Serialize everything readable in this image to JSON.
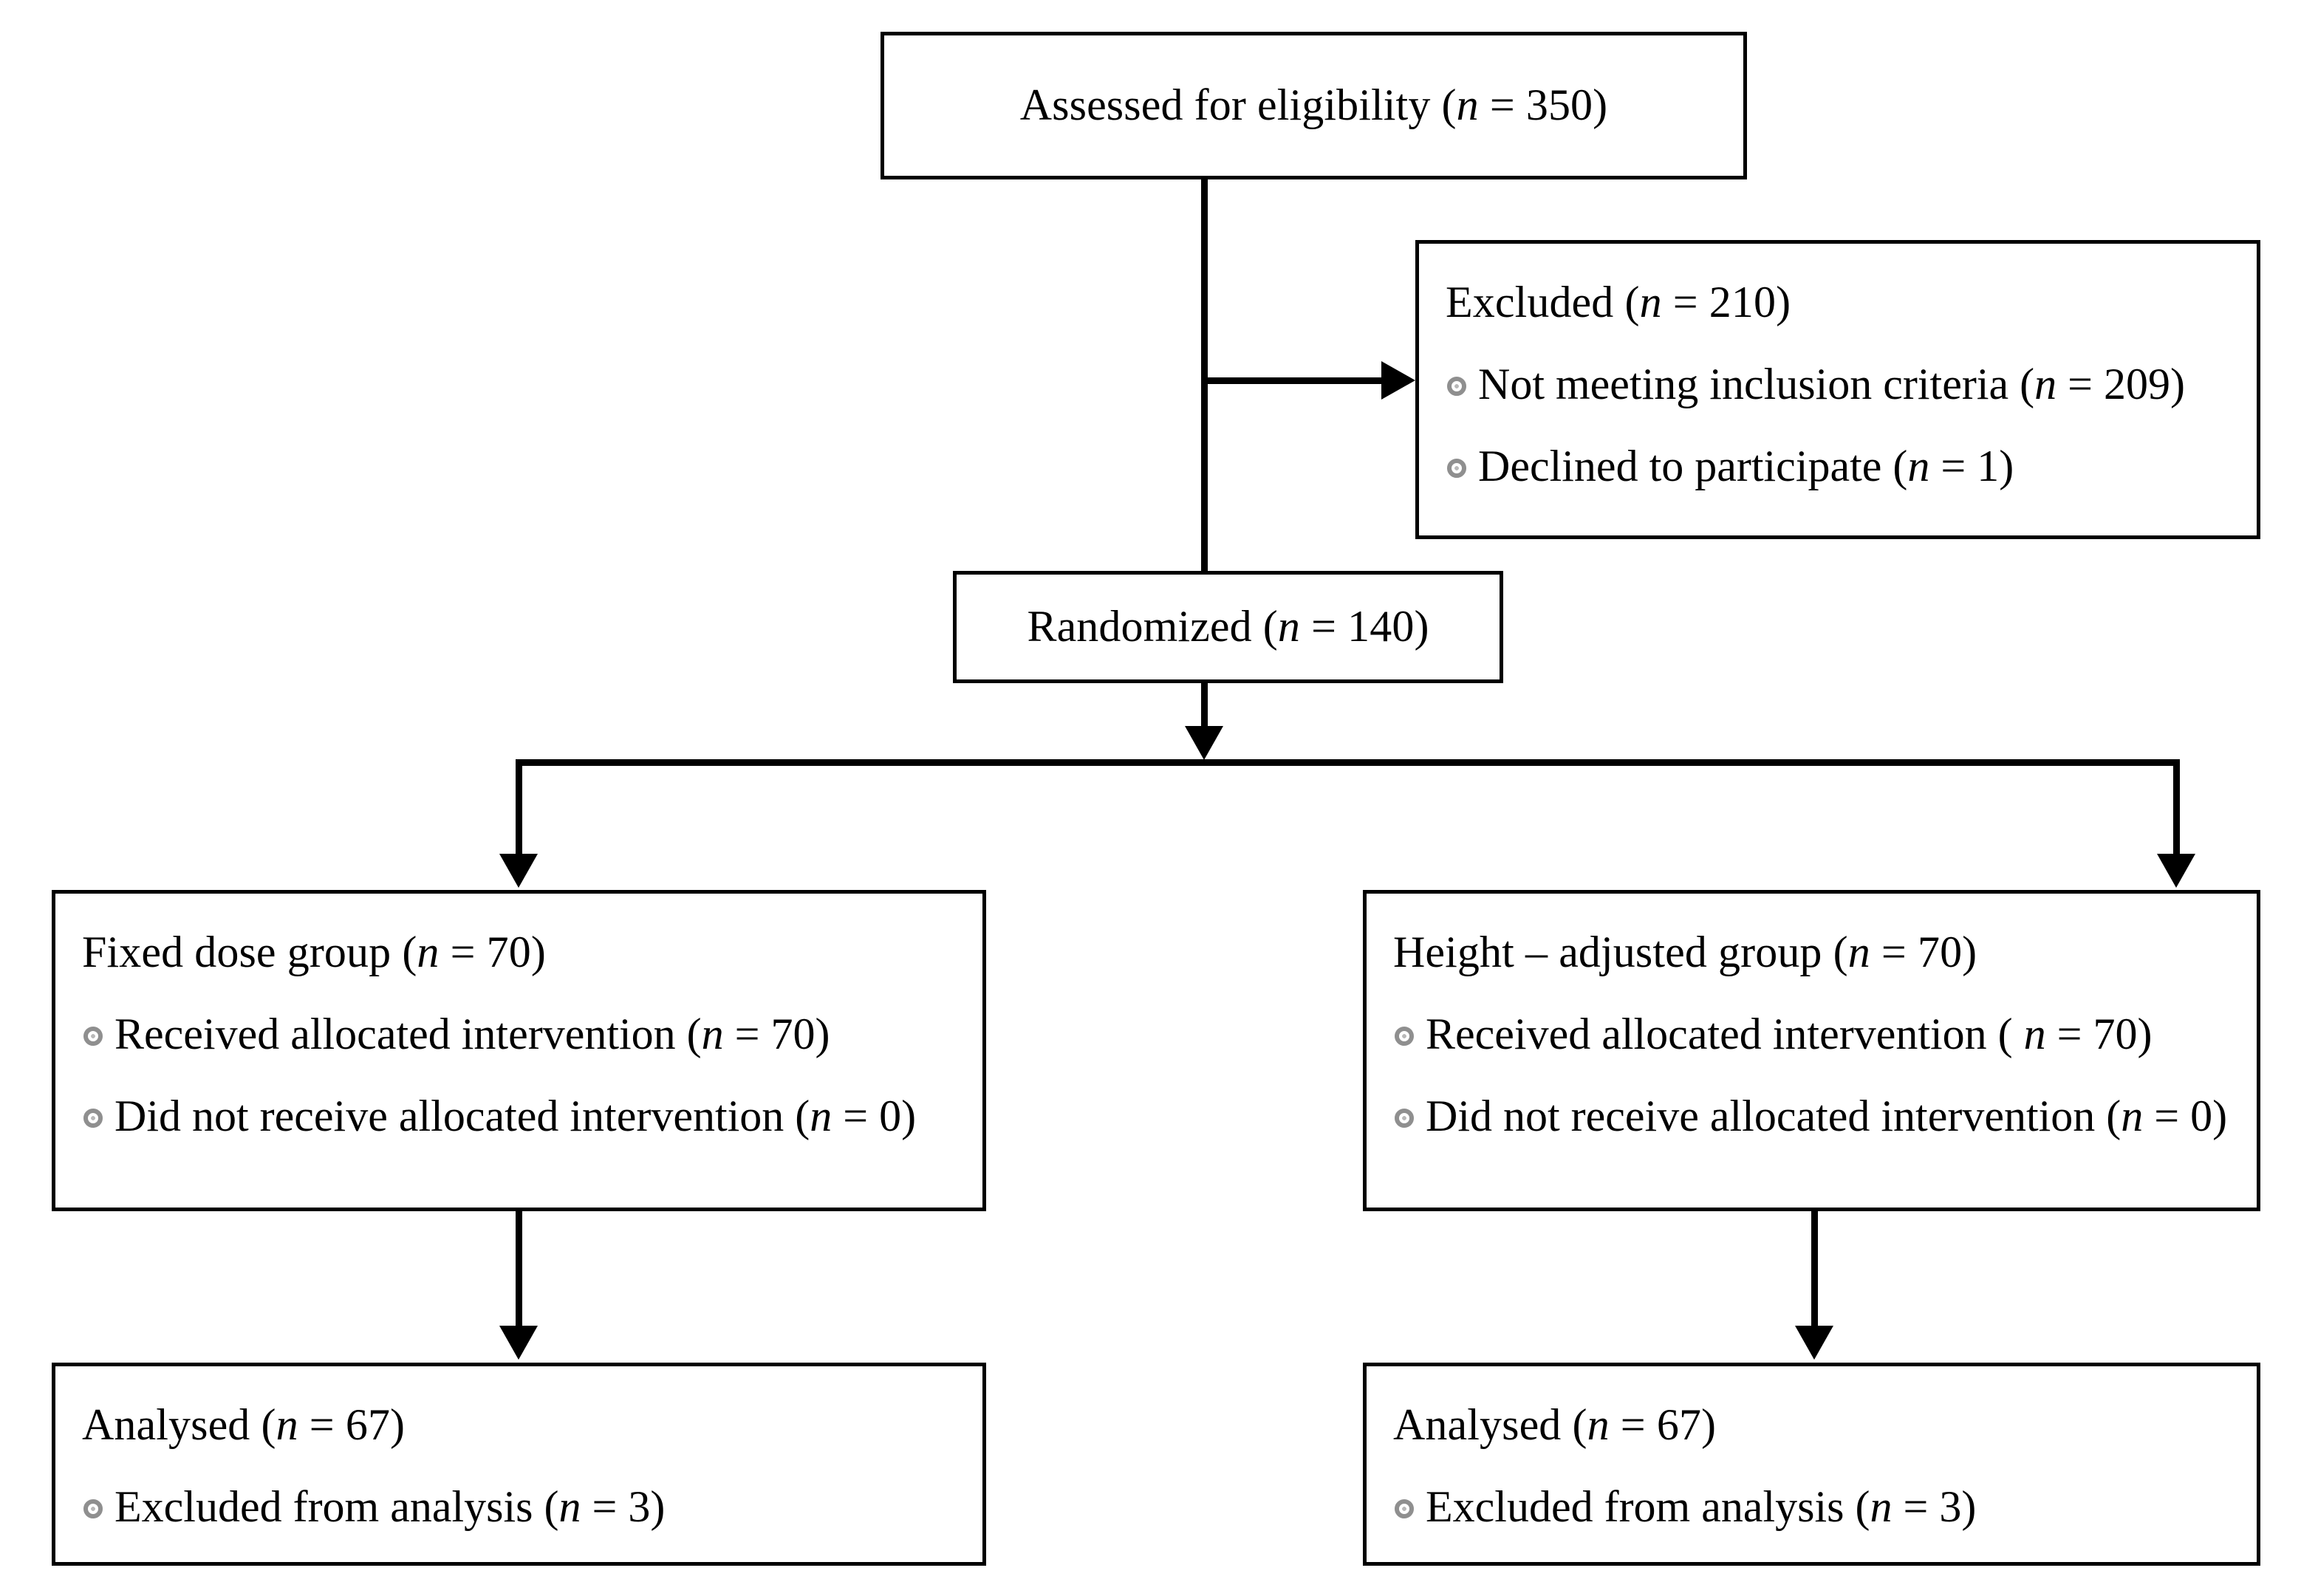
{
  "diagram": {
    "title": "CONSORT participant flow diagram",
    "line_color": "#000000",
    "box_border_color": "#000000",
    "background_color": "#ffffff",
    "bullet_color": "#8f8f8f",
    "bullet_glyph": "wingdings-ring-bullet"
  },
  "nodes": {
    "enrollment": {
      "label_prefix": "Assessed for eligibility (",
      "variable": "n",
      "label_suffix": " = 350)",
      "full_text": "Assessed for eligibility (n = 350)",
      "count": 350
    },
    "excluded": {
      "heading_prefix": "Excluded  (",
      "heading_variable": "n",
      "heading_suffix": " = 210)",
      "heading_full": "Excluded  (n = 210)",
      "count": 210,
      "reasons": [
        {
          "prefix": "Not meeting inclusion criteria (",
          "variable": "n",
          "suffix": " = 209)",
          "full_text": "Not meeting inclusion criteria (n = 209)",
          "count": 209
        },
        {
          "prefix": "Declined to participate (",
          "variable": "n",
          "suffix": " = 1)",
          "full_text": "Declined to participate (n = 1)",
          "count": 1
        }
      ]
    },
    "randomized": {
      "label_prefix": "Randomized (",
      "variable": "n",
      "label_suffix": " = 140)",
      "full_text": "Randomized (n = 140)",
      "count": 140
    },
    "allocation_left": {
      "heading_prefix": "Fixed dose group (",
      "heading_variable": "n",
      "heading_suffix": " = 70)",
      "heading_full": "Fixed dose group (n = 70)",
      "count": 70,
      "items": [
        {
          "prefix": "Received allocated intervention (",
          "variable": "n",
          "suffix": " = 70)",
          "full_text": "Received allocated intervention (n = 70)",
          "count": 70
        },
        {
          "prefix": "Did not receive allocated intervention (",
          "variable": "n",
          "suffix": " = 0)",
          "full_text": "Did not receive allocated intervention (n = 0)",
          "count": 0
        }
      ]
    },
    "allocation_right": {
      "heading_prefix": "Height – adjusted group (",
      "heading_variable": "n",
      "heading_suffix": " = 70)",
      "heading_full": "Height – adjusted group (n = 70)",
      "count": 70,
      "items": [
        {
          "prefix": "Received allocated intervention ( ",
          "variable": "n",
          "suffix": " = 70)",
          "full_text": "Received allocated intervention ( n = 70)",
          "count": 70
        },
        {
          "prefix": "Did not receive allocated intervention (",
          "variable": "n",
          "suffix": " = 0)",
          "full_text": "Did not receive allocated intervention (n = 0)",
          "count": 0
        }
      ]
    },
    "analysis_left": {
      "heading_prefix": "Analysed  (",
      "heading_variable": "n",
      "heading_suffix": " = 67)",
      "heading_full": "Analysed  (n = 67)",
      "count": 67,
      "items": [
        {
          "prefix": "Excluded from analysis (",
          "variable": "n",
          "suffix": " = 3)",
          "full_text": "Excluded from analysis (n = 3)",
          "count": 3
        }
      ]
    },
    "analysis_right": {
      "heading_prefix": "Analysed  (",
      "heading_variable": "n",
      "heading_suffix": " = 67)",
      "heading_full": "Analysed  (n = 67)",
      "count": 67,
      "items": [
        {
          "prefix": "Excluded from analysis (",
          "variable": "n",
          "suffix": " = 3)",
          "full_text": "Excluded from analysis (n = 3)",
          "count": 3
        }
      ]
    }
  }
}
